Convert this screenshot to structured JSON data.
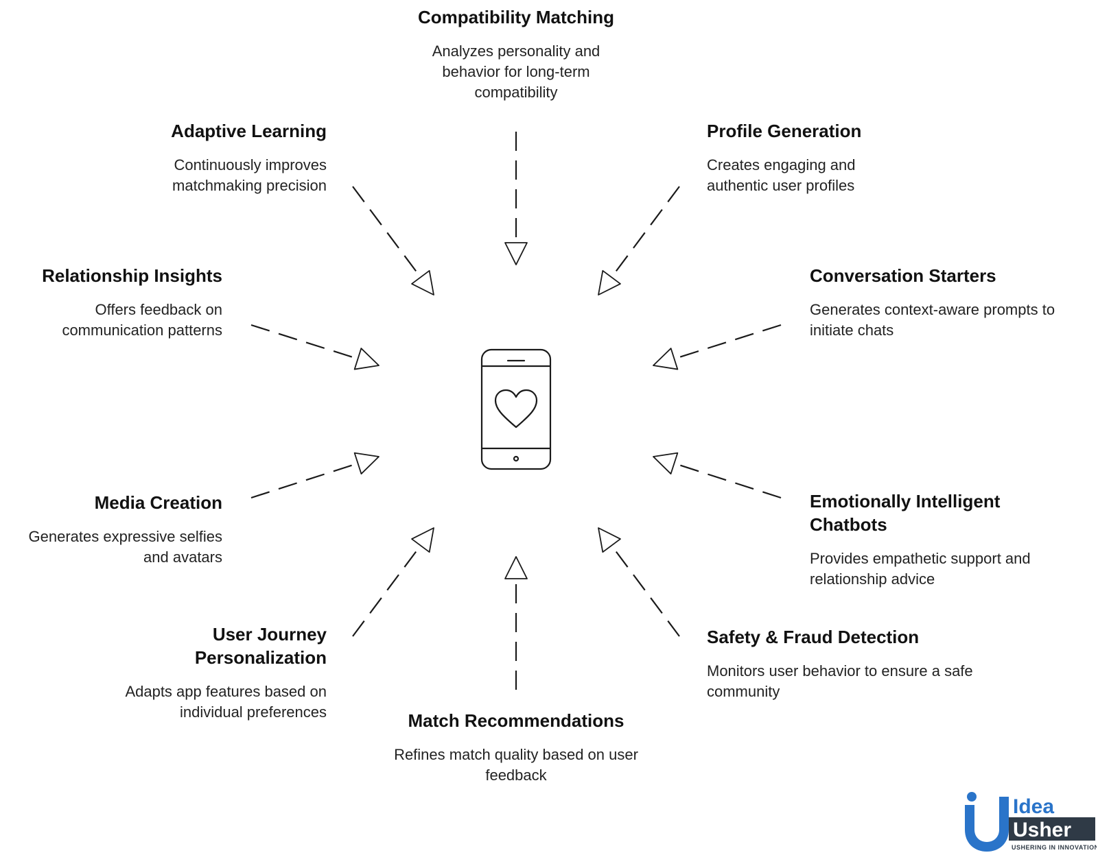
{
  "nodes": {
    "compatibility": {
      "title": "Compatibility Matching",
      "desc": "Analyzes personality and behavior for long-term compatibility"
    },
    "adaptive": {
      "title": "Adaptive Learning",
      "desc": "Continuously improves matchmaking precision"
    },
    "profile": {
      "title": "Profile Generation",
      "desc": "Creates engaging and authentic user profiles"
    },
    "relationship": {
      "title": "Relationship Insights",
      "desc": "Offers feedback on communication patterns"
    },
    "conversation": {
      "title": "Conversation Starters",
      "desc": "Generates context-aware prompts to initiate chats"
    },
    "media": {
      "title": "Media Creation",
      "desc": "Generates expressive selfies and avatars"
    },
    "chatbots": {
      "title": "Emotionally Intelligent Chatbots",
      "desc": "Provides empathetic support and relationship advice"
    },
    "journey": {
      "title": "User Journey Personalization",
      "desc": "Adapts app features based on individual preferences"
    },
    "safety": {
      "title": "Safety & Fraud Detection",
      "desc": "Monitors user behavior to ensure a safe community"
    },
    "match": {
      "title": "Match Recommendations",
      "desc": "Refines match quality based on user feedback"
    }
  },
  "center_icon": "phone-heart-icon",
  "logo": {
    "brand_top": "Idea",
    "brand_bottom": "Usher",
    "tagline": "USHERING IN INNOVATION"
  },
  "colors": {
    "stroke": "#1a1a1a",
    "logo_blue": "#2a74c9",
    "logo_dark": "#2f3a46"
  }
}
